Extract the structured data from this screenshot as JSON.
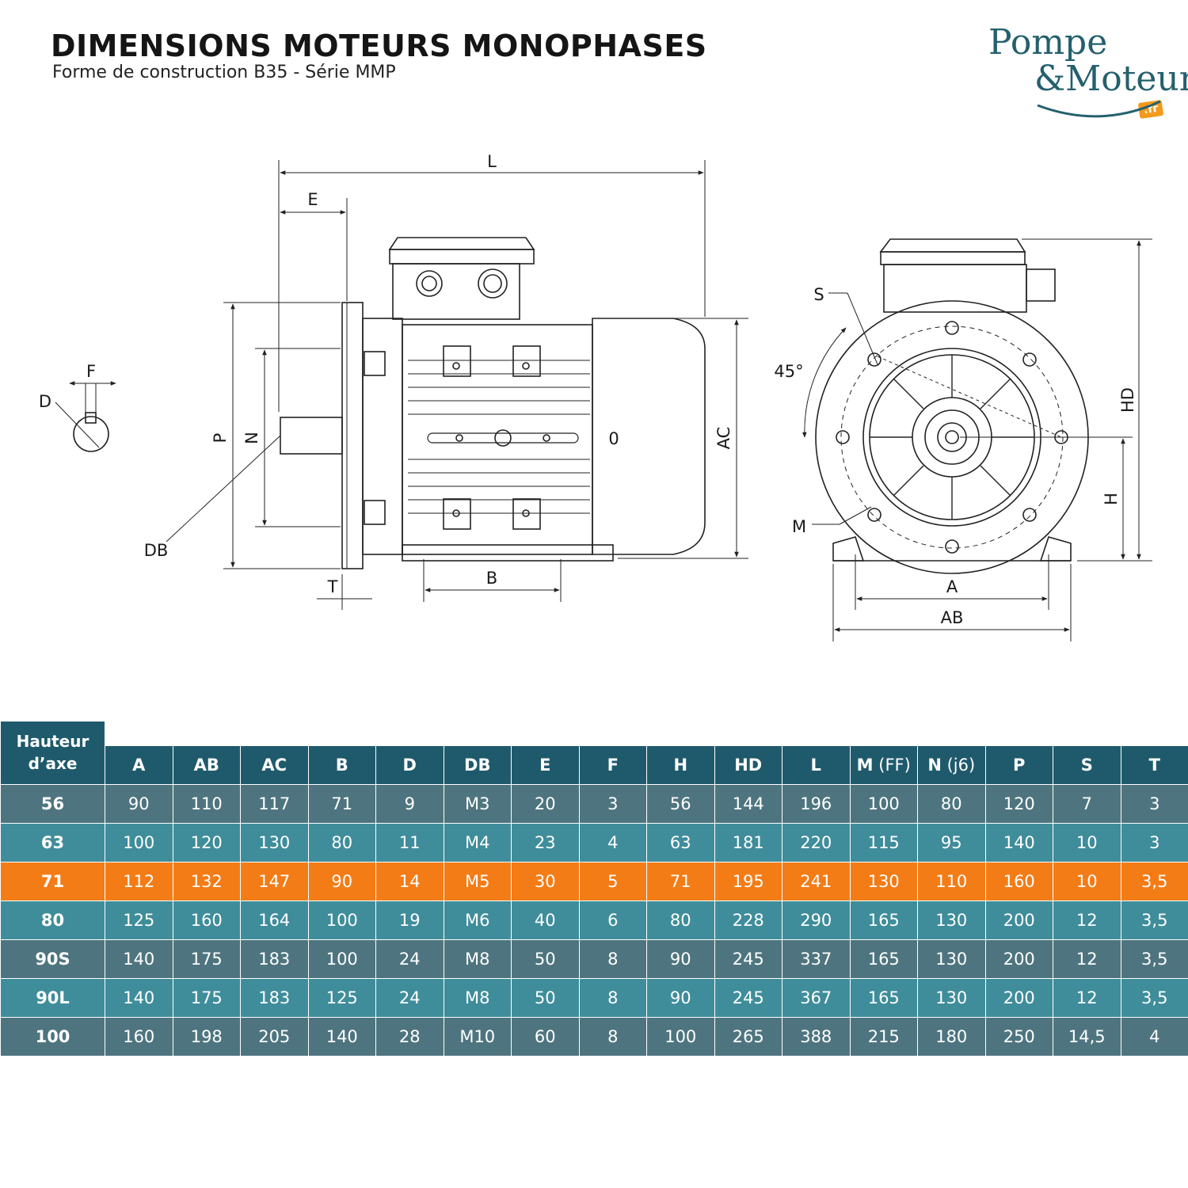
{
  "header": {
    "title": "DIMENSIONS MOTEURS MONOPHASES",
    "subtitle": "Forme de construction B35 - Série MMP"
  },
  "logo": {
    "line1": "Pompe",
    "line2": "&Moteur",
    "tld": ".fr"
  },
  "colors": {
    "header_bg": "#1f5a6c",
    "row_dark": "#4e757f",
    "row_light": "#3f8d9b",
    "row_highlight": "#f47c16",
    "logo_teal": "#24606d",
    "logo_orange": "#f39a1d"
  },
  "diagram": {
    "labels": {
      "L": "L",
      "E": "E",
      "F": "F",
      "D": "D",
      "P": "P",
      "N": "N",
      "DB": "DB",
      "T": "T",
      "B": "B",
      "O": "0",
      "AC": "AC",
      "S": "S",
      "angle": "45°",
      "M": "M",
      "HD": "HD",
      "H": "H",
      "A": "A",
      "AB": "AB"
    }
  },
  "table": {
    "corner": [
      "Hauteur",
      "d’axe"
    ],
    "columns": [
      {
        "label": "A"
      },
      {
        "label": "AB"
      },
      {
        "label": "AC"
      },
      {
        "label": "B"
      },
      {
        "label": "D"
      },
      {
        "label": "DB"
      },
      {
        "label": "E"
      },
      {
        "label": "F"
      },
      {
        "label": "H"
      },
      {
        "label": "HD"
      },
      {
        "label": "L"
      },
      {
        "label": "M",
        "suffix": " (FF)"
      },
      {
        "label": "N",
        "suffix": " (j6)"
      },
      {
        "label": "P"
      },
      {
        "label": "S"
      },
      {
        "label": "T"
      }
    ],
    "rows": [
      {
        "axis": "56",
        "style": "dark",
        "values": [
          "90",
          "110",
          "117",
          "71",
          "9",
          "M3",
          "20",
          "3",
          "56",
          "144",
          "196",
          "100",
          "80",
          "120",
          "7",
          "3"
        ]
      },
      {
        "axis": "63",
        "style": "light",
        "values": [
          "100",
          "120",
          "130",
          "80",
          "11",
          "M4",
          "23",
          "4",
          "63",
          "181",
          "220",
          "115",
          "95",
          "140",
          "10",
          "3"
        ]
      },
      {
        "axis": "71",
        "style": "highlight",
        "values": [
          "112",
          "132",
          "147",
          "90",
          "14",
          "M5",
          "30",
          "5",
          "71",
          "195",
          "241",
          "130",
          "110",
          "160",
          "10",
          "3,5"
        ]
      },
      {
        "axis": "80",
        "style": "light",
        "values": [
          "125",
          "160",
          "164",
          "100",
          "19",
          "M6",
          "40",
          "6",
          "80",
          "228",
          "290",
          "165",
          "130",
          "200",
          "12",
          "3,5"
        ]
      },
      {
        "axis": "90S",
        "style": "dark",
        "values": [
          "140",
          "175",
          "183",
          "100",
          "24",
          "M8",
          "50",
          "8",
          "90",
          "245",
          "337",
          "165",
          "130",
          "200",
          "12",
          "3,5"
        ]
      },
      {
        "axis": "90L",
        "style": "light",
        "values": [
          "140",
          "175",
          "183",
          "125",
          "24",
          "M8",
          "50",
          "8",
          "90",
          "245",
          "367",
          "165",
          "130",
          "200",
          "12",
          "3,5"
        ]
      },
      {
        "axis": "100",
        "style": "dark",
        "values": [
          "160",
          "198",
          "205",
          "140",
          "28",
          "M10",
          "60",
          "8",
          "100",
          "265",
          "388",
          "215",
          "180",
          "250",
          "14,5",
          "4"
        ]
      }
    ]
  }
}
